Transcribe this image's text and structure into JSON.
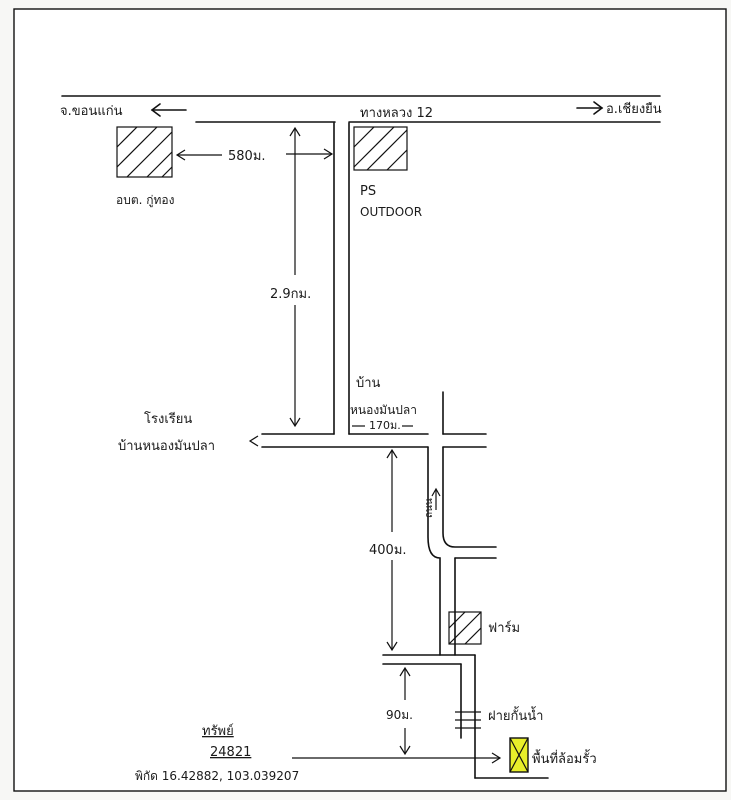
{
  "road_main": "ทางหลวง 12",
  "dest_left": "จ.ขอนแก่น",
  "dest_right": "อ.เชียงยืน",
  "place_office": "อบต. กู่ทอง",
  "place_ps_1": "PS",
  "place_ps_2": "OUTDOOR",
  "dist_top": "580ม.",
  "dist_vertical_1": "2.9กม.",
  "village_1": "บ้าน",
  "village_2": "หนองมันปลา",
  "dist_village": "170ม.",
  "school_1": "โรงเรียน",
  "school_2": "บ้านหนองมันปลา",
  "side_road": "ถนน",
  "dist_400": "400ม.",
  "place_farm": "ฟาร์ม",
  "dist_90": "90ม.",
  "place_weir": "ฝายกั้นน้ำ",
  "property_1": "ทรัพย์",
  "property_2": "24821",
  "coords": "พิกัด 16.42882, 103.039207",
  "place_target": "พื้นที่ล้อมรั้ว",
  "colors": {
    "ink": "#111111",
    "paper": "#f7f7f5",
    "highlight": "#e8ef2a"
  }
}
